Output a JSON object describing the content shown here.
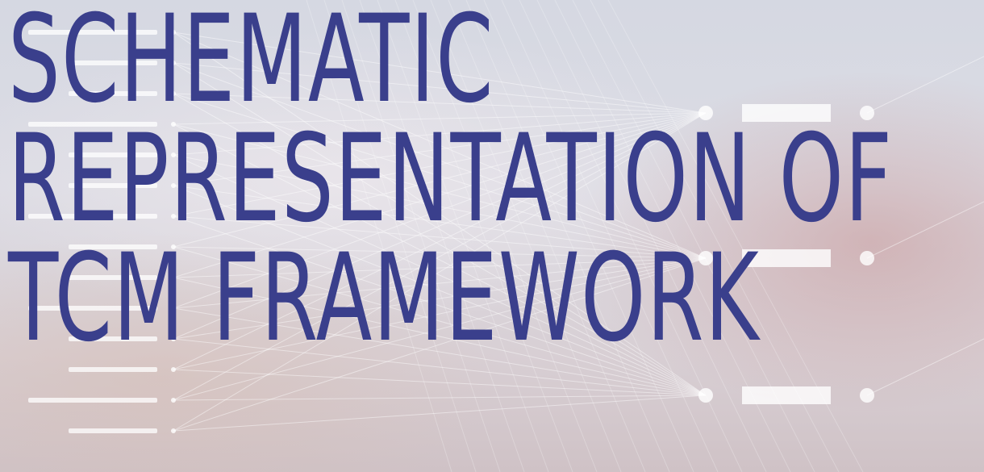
{
  "title": {
    "lines": [
      "SCHEMATIC",
      "REPRESENTATION OF",
      "TCM FRAMEWORK"
    ]
  },
  "colors": {
    "title": "#3a3f8c",
    "background": "#d8d8e2",
    "network_lines": "#ffffff"
  },
  "icons": {
    "background": "network-diagram-graphic"
  }
}
